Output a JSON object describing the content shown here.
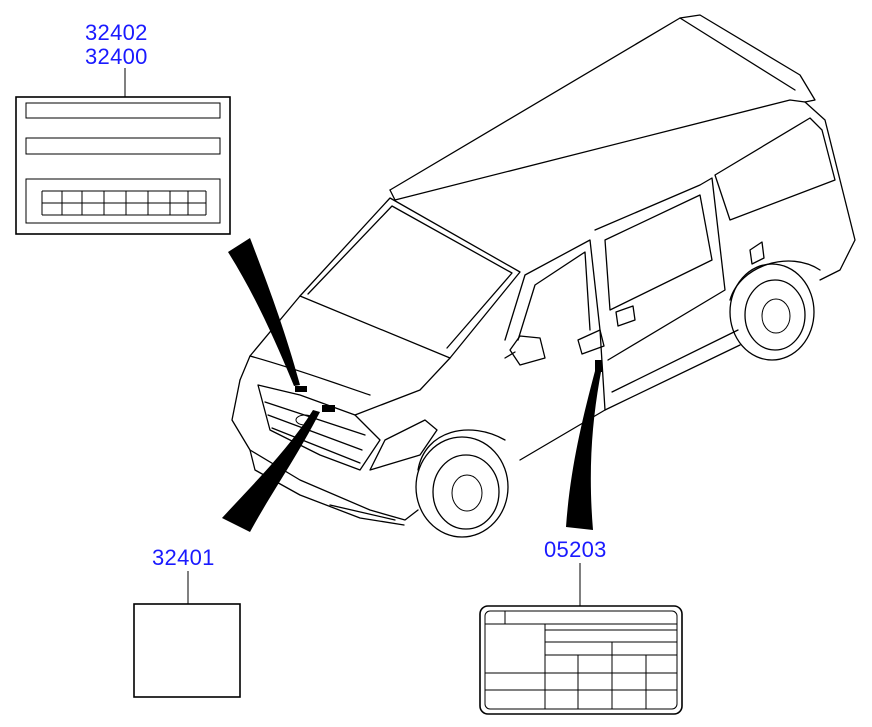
{
  "callouts": {
    "label_32402": "32402",
    "label_32400": "32400",
    "label_32401": "32401",
    "label_05203": "05203"
  },
  "colors": {
    "label_text": "#1a1aff",
    "linework": "#000000",
    "background": "#ffffff"
  }
}
